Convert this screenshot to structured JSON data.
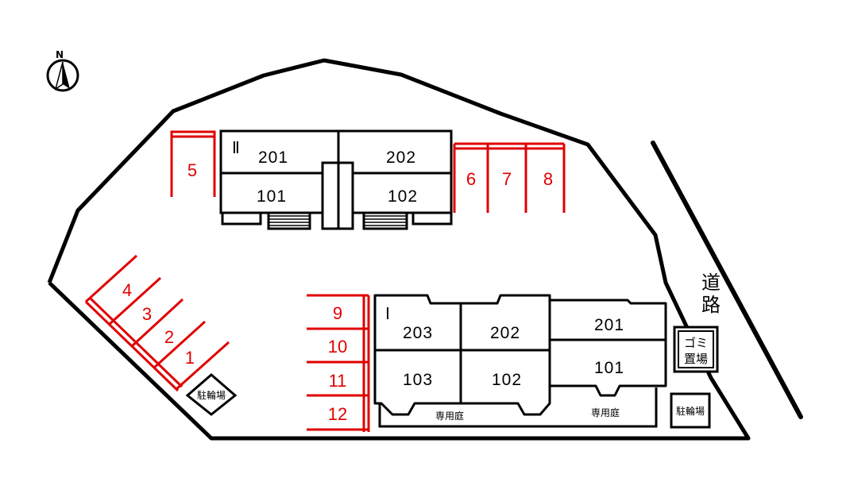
{
  "compass": {
    "label": "N"
  },
  "road": {
    "label_line1": "道",
    "label_line2": "路"
  },
  "building_ii": {
    "label": "Ⅱ",
    "rooms": [
      "201",
      "202",
      "101",
      "102"
    ]
  },
  "building_i": {
    "label": "Ⅰ",
    "rooms": [
      "203",
      "202",
      "201",
      "103",
      "102",
      "101"
    ],
    "garden_left": "専用庭",
    "garden_right": "専用庭"
  },
  "parking": {
    "spaces": [
      "5",
      "6",
      "7",
      "8",
      "4",
      "3",
      "2",
      "1",
      "9",
      "10",
      "11",
      "12"
    ]
  },
  "facilities": {
    "garbage_line1": "ゴミ",
    "garbage_line2": "置場",
    "bike_parking_left": "駐輪場",
    "bike_parking_right": "駐輪場"
  },
  "colors": {
    "parking": "#e00000",
    "outline": "#000000"
  }
}
